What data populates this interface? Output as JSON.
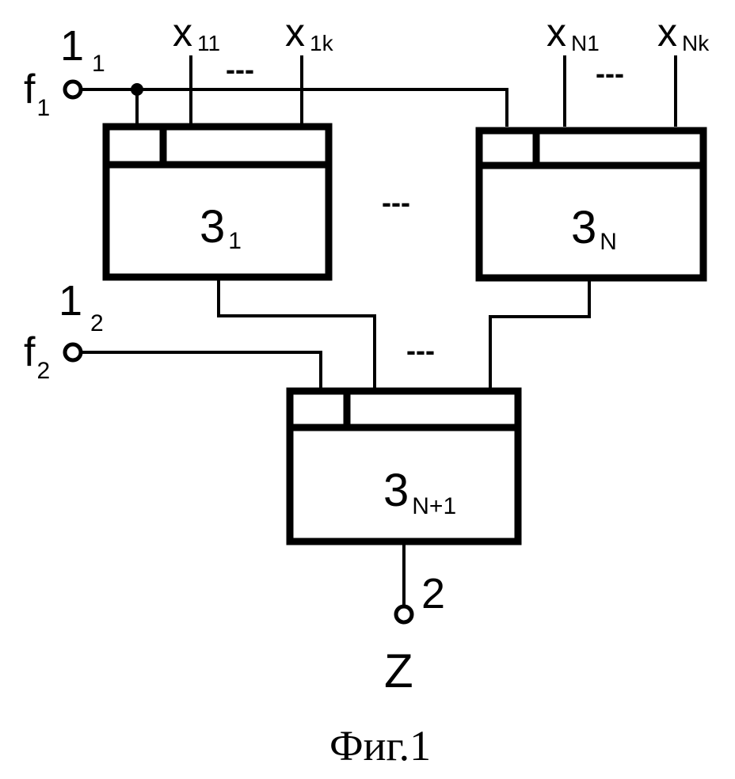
{
  "terminals": {
    "t1": {
      "main": "1",
      "sub": "1",
      "signal": "f",
      "signal_sub": "1"
    },
    "t2": {
      "main": "1",
      "sub": "2",
      "signal": "f",
      "signal_sub": "2"
    },
    "out": {
      "number": "2",
      "signal": "Z"
    }
  },
  "inputs": {
    "x11": {
      "letter": "x",
      "sub": "11"
    },
    "x1k": {
      "letter": "x",
      "sub": "1k"
    },
    "xN1": {
      "letter": "x",
      "sub": "N1"
    },
    "xNk": {
      "letter": "x",
      "sub": "Nk"
    }
  },
  "blocks": {
    "b1": {
      "main": "3",
      "sub": "1"
    },
    "bN": {
      "main": "3",
      "sub": "N"
    },
    "bN1": {
      "main": "3",
      "sub": "N+1"
    }
  },
  "ellipsis": "---",
  "caption": "Фиг.1"
}
